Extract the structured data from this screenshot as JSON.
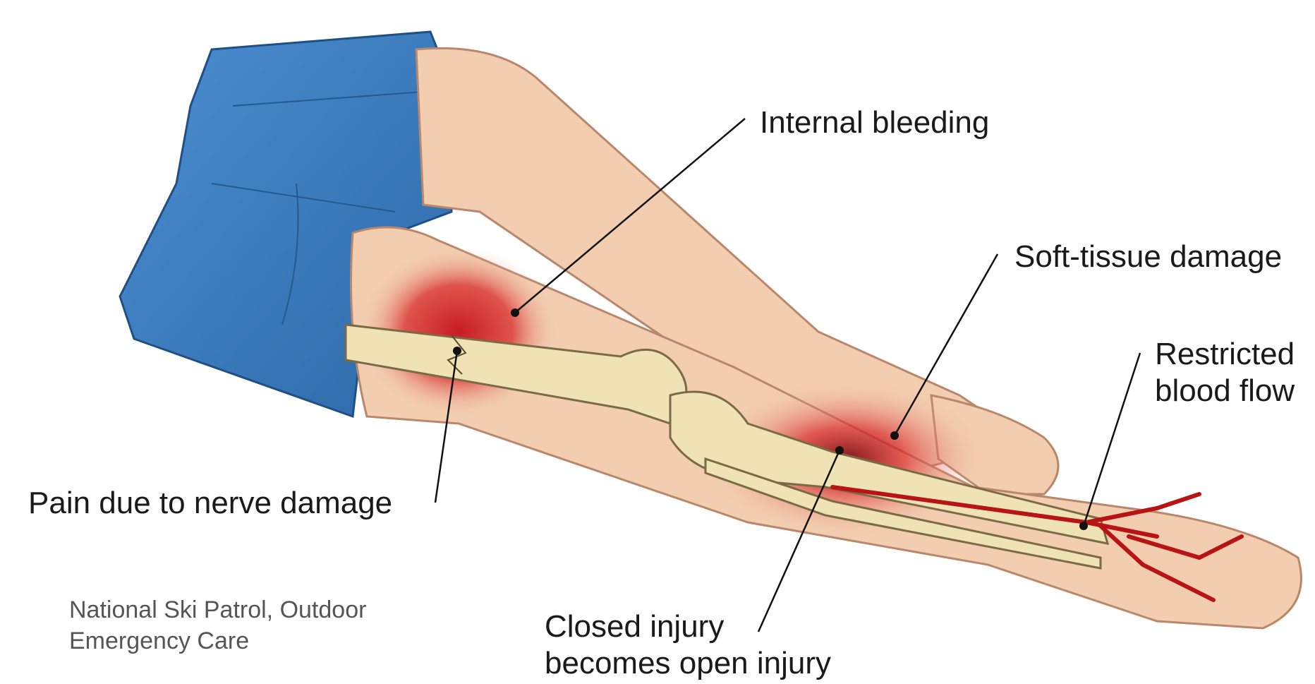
{
  "labels": {
    "internal_bleeding": "Internal bleeding",
    "soft_tissue_damage": "Soft-tissue damage",
    "restricted_blood_flow_line1": "Restricted",
    "restricted_blood_flow_line2": "blood flow",
    "pain_nerve_damage": "Pain due to nerve damage",
    "closed_injury_line1": "Closed injury",
    "closed_injury_line2": "becomes open injury"
  },
  "credit": {
    "line1": "National Ski Patrol, Outdoor",
    "line2": "Emergency Care"
  },
  "colors": {
    "shorts": "#3f7fc0",
    "skin": "#f2cdb0",
    "bone": "#efe2b5",
    "injury": "#d01818",
    "leader": "#111111",
    "credit_text": "#555555"
  }
}
